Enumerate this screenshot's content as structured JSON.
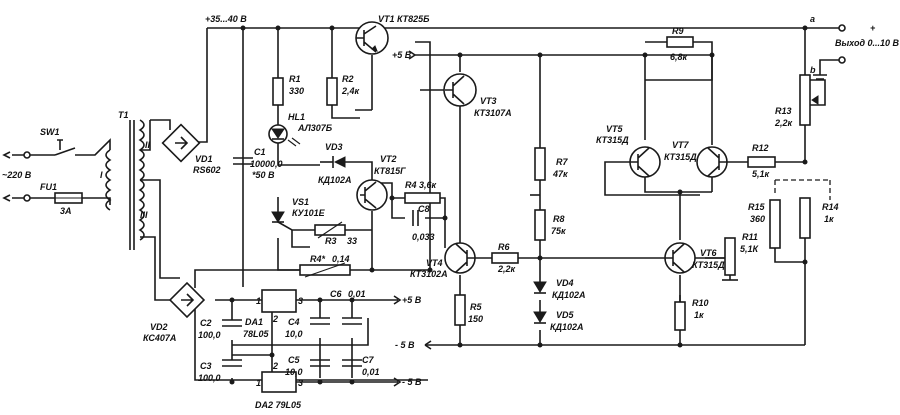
{
  "supply": {
    "label": "+35...40 В",
    "plus5": "+5 В",
    "minus5": "- 5 В"
  },
  "mains": {
    "label": "~220 В"
  },
  "output": {
    "a": "a",
    "b": "b",
    "plus": "+",
    "label": "Выход 0...10 В"
  },
  "components": {
    "SW1": "SW1",
    "FU1": "FU1",
    "FU1_val": "3А",
    "T1": "T1",
    "T1_I": "I",
    "T1_II": "II",
    "T1_III": "III",
    "VD1": "VD1",
    "VD1_val": "RS602",
    "VD2": "VD2",
    "VD2_val": "КС407А",
    "C1": "C1",
    "C1_val1": "10000,0",
    "C1_val2": "*50 В",
    "R1": "R1",
    "R1_val": "330",
    "R2": "R2",
    "R2_val": "2,4к",
    "HL1": "HL1",
    "HL1_val": "АЛ307Б",
    "VD3": "VD3",
    "VD3_val": "КД102А",
    "VS1": "VS1",
    "VS1_val": "КУ101Е",
    "R3": "R3",
    "R3_val": "33",
    "R4star": "R4*",
    "R4star_val": "0,14",
    "VT1": "VT1 КТ825Б",
    "VT2": "VT2",
    "VT2_val": "КТ815Г",
    "R4": "R4 3,6к",
    "C8": "C8",
    "C8_val": "0,033",
    "VT3": "VT3",
    "VT3_val": "КТ3107А",
    "VT4": "VT4",
    "VT4_val": "КТ3102А",
    "R5": "R5",
    "R5_val": "150",
    "R6": "R6",
    "R6_val": "2,2к",
    "R7": "R7",
    "R7_val": "47к",
    "R8": "R8",
    "R8_val": "75к",
    "VD4": "VD4",
    "VD4_val": "КД102А",
    "VD5": "VD5",
    "VD5_val": "КД102А",
    "R9": "R9",
    "R9_val": "6,8к",
    "VT5": "VT5",
    "VT5_val": "КТ315Д",
    "VT7": "VT7",
    "VT7_val": "КТ315Д",
    "VT6": "VT6",
    "VT6_val": "КТ315Д",
    "R10": "R10",
    "R10_val": "1к",
    "R11": "R11",
    "R11_val": "5,1К",
    "R12": "R12",
    "R12_val": "5,1к",
    "R13": "R13",
    "R13_val": "2,2к",
    "R14": "R14",
    "R14_val": "1к",
    "R15": "R15",
    "R15_val": "360",
    "DA1": "DA1",
    "DA1_val": "78L05",
    "DA2": "DA2 79L05",
    "C2": "C2",
    "C2_val": "100,0",
    "C3": "C3",
    "C3_val": "100,0",
    "C4": "C4",
    "C4_val": "10,0",
    "C5": "C5",
    "C5_val": "10,0",
    "C6": "C6",
    "C6_val": "0,01",
    "C7": "C7",
    "C7_val": "0,01",
    "pin1": "1",
    "pin2": "2",
    "pin3": "3"
  }
}
